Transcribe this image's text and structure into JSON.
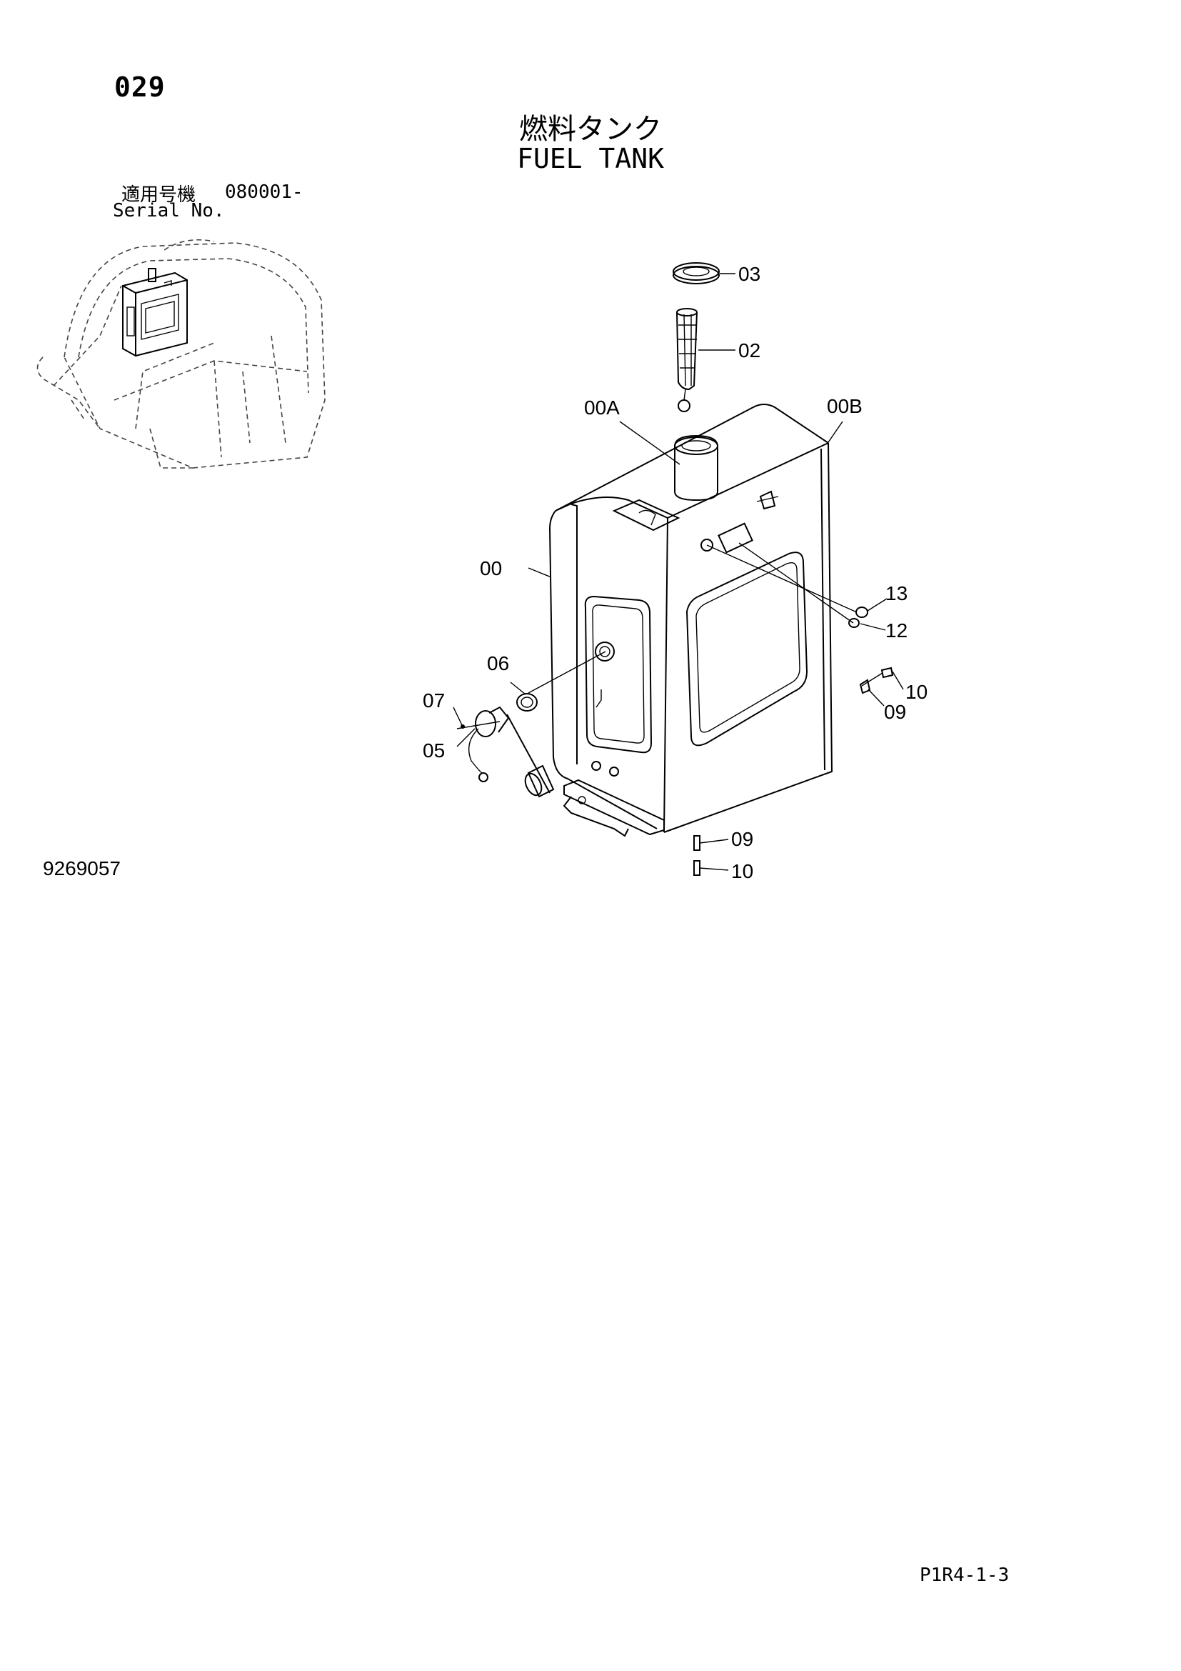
{
  "page": {
    "number": "029",
    "title_jp": "燃料タンク",
    "title_en": "FUEL TANK",
    "serial_label_jp": "適用号機",
    "serial_number": "080001-",
    "serial_label_en": "Serial No.",
    "drawing_code": "9269057",
    "sheet_code": "P1R4-1-3"
  },
  "callouts": [
    "03",
    "02",
    "00A",
    "00B",
    "00",
    "13",
    "12",
    "06",
    "10",
    "09",
    "07",
    "05",
    "09",
    "10"
  ]
}
